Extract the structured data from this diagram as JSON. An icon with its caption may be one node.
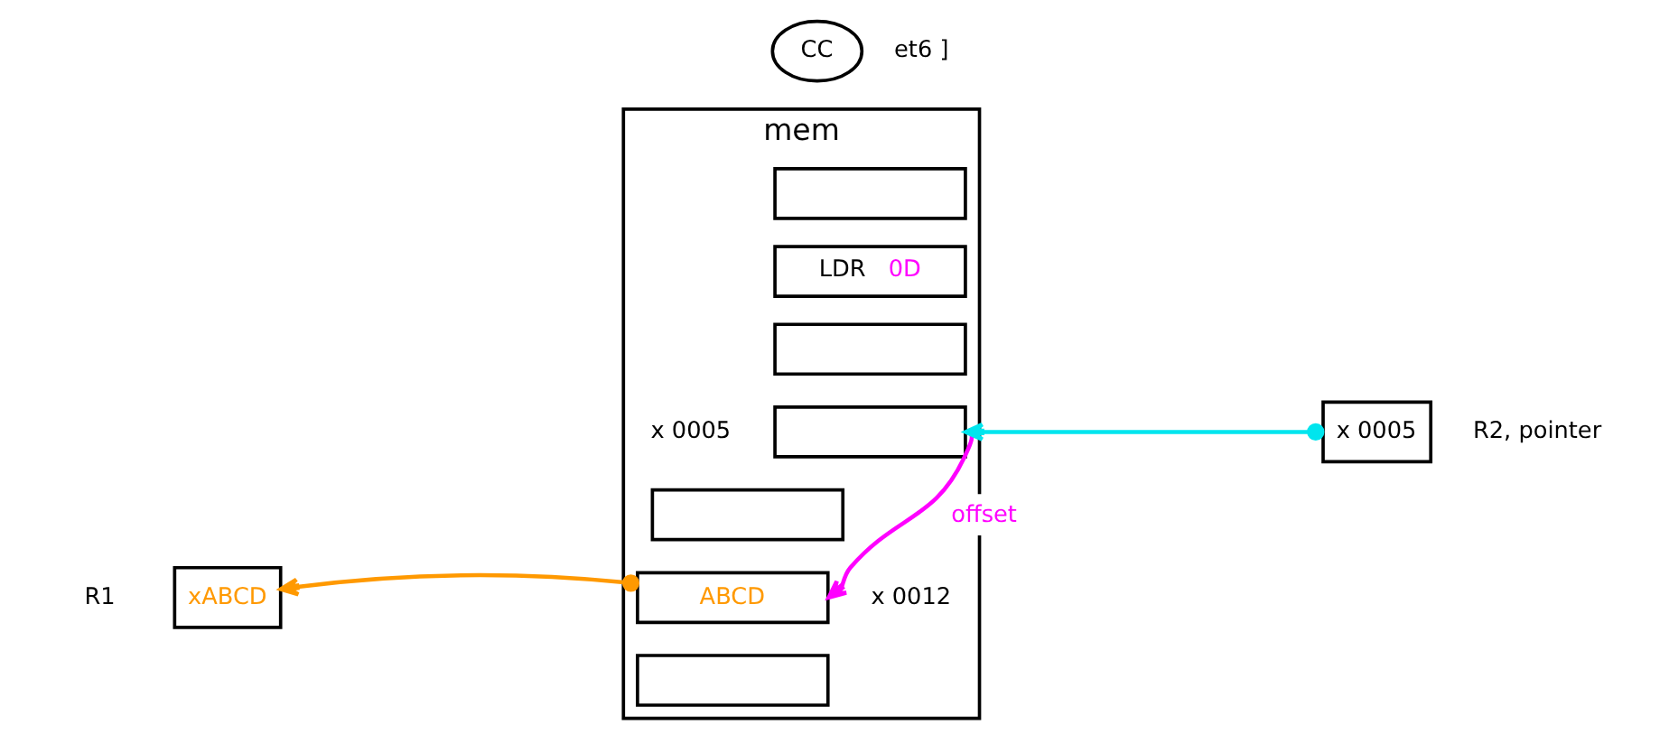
{
  "diagram": {
    "nodes": [
      {
        "text": [
          "mem"
        ]
      },
      {
        "text": [],
        "shape": "box",
        "in": 0
      },
      {
        "text": [
          "LDR",
          "0D"
        ],
        "in": 0
      },
      {
        "text": [],
        "shape": "box",
        "in": 0
      },
      {
        "text": [],
        "shape": "box",
        "in": 0,
        "beside": [
          "x 0005"
        ]
      },
      {
        "text": [],
        "shape": "box",
        "in": 0
      },
      {
        "text": [
          "ABCD"
        ],
        "in": 0,
        "beside": [
          "x 0012"
        ]
      },
      {
        "text": [],
        "shape": "box",
        "in": 0
      },
      {
        "text": [
          "x 0005"
        ],
        "beside": [
          "R2, pointer"
        ]
      },
      {
        "text": [
          "xABCD"
        ],
        "beside": [
          "R1"
        ]
      },
      {
        "text": [
          "CC"
        ]
      }
    ],
    "edges": [
      {
        "from": 8,
        "to": 4,
        "arrow": "to",
        "color": "#00e5ee"
      },
      {
        "from": 4,
        "to": 6,
        "arrow": "to",
        "label": "offset",
        "color": "#ff00ff"
      },
      {
        "from": 6,
        "to": 9,
        "arrow": "to",
        "color": "#ff9900"
      }
    ],
    "labels": [
      "et6 ]"
    ]
  }
}
